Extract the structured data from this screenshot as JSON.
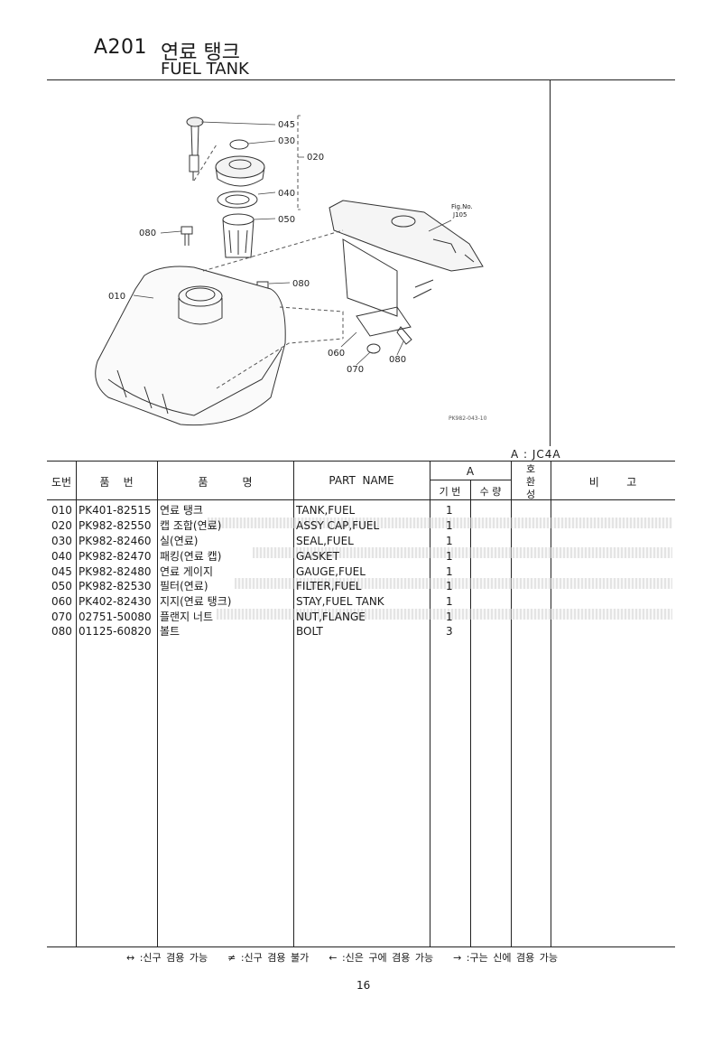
{
  "header": {
    "code": "A201",
    "title_kr": "연료 탱크",
    "title_en": "FUEL TANK"
  },
  "diagram": {
    "callouts": [
      "045",
      "030",
      "020",
      "040",
      "050",
      "080",
      "010",
      "080",
      "060",
      "070",
      "080"
    ],
    "fig_ref_line1": "Fig.No.",
    "fig_ref_line2": "J105",
    "drawing_no": "PK982-043-10"
  },
  "model_label": "A : JC4A",
  "table": {
    "headers": {
      "ref": "도번",
      "part_no": "품    번",
      "name_kr": "품          명",
      "part_name": "PART  NAME",
      "group_a": "A",
      "basic": "기 번",
      "qty": "수 량",
      "interchange_1": "호",
      "interchange_2": "환",
      "interchange_3": "성",
      "remarks": "비        고"
    },
    "rows": [
      {
        "ref": "010",
        "part_no": "PK401-82515",
        "name_kr": "연료 탱크",
        "part_name": "TANK,FUEL",
        "qty": "1"
      },
      {
        "ref": "020",
        "part_no": "PK982-82550",
        "name_kr": "캡 조합(연료)",
        "part_name": "ASSY CAP,FUEL",
        "qty": "1"
      },
      {
        "ref": "030",
        "part_no": "PK982-82460",
        "name_kr": "실(연료)",
        "part_name": "SEAL,FUEL",
        "qty": "1"
      },
      {
        "ref": "040",
        "part_no": "PK982-82470",
        "name_kr": "패킹(연료 캡)",
        "part_name": "GASKET",
        "qty": "1"
      },
      {
        "ref": "045",
        "part_no": "PK982-82480",
        "name_kr": "연료 게이지",
        "part_name": "GAUGE,FUEL",
        "qty": "1"
      },
      {
        "ref": "050",
        "part_no": "PK982-82530",
        "name_kr": "필터(연료)",
        "part_name": "FILTER,FUEL",
        "qty": "1"
      },
      {
        "ref": "060",
        "part_no": "PK402-82430",
        "name_kr": "지지(연료 탱크)",
        "part_name": "STAY,FUEL TANK",
        "qty": "1"
      },
      {
        "ref": "070",
        "part_no": "02751-50080",
        "name_kr": "플랜지 너트",
        "part_name": "NUT,FLANGE",
        "qty": "1"
      },
      {
        "ref": "080",
        "part_no": "01125-60820",
        "name_kr": "볼트",
        "part_name": "BOLT",
        "qty": "3"
      }
    ]
  },
  "footnote": "↔ :신구 겸용 가능    ≠ :신구 겸용 불가    ← :신은 구에 겸용 가능    → :구는 신에 겸용 가능",
  "page_number": "16"
}
